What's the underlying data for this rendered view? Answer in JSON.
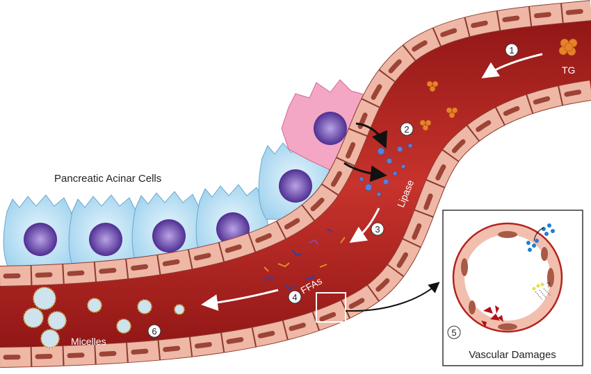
{
  "labels": {
    "acinar_cells": "Pancreatic Acinar Cells",
    "tg": "TG",
    "lipase": "Lipase",
    "ffas": "FFAs",
    "micelles": "Micelles",
    "vascular_damages": "Vascular Damages",
    "question": "?"
  },
  "steps": [
    "1",
    "2",
    "3",
    "4",
    "5",
    "6"
  ],
  "colors": {
    "lumen": "#b3221f",
    "wall": "#efb7a5",
    "nucleus": "#9c4436",
    "acinar": "#bfe3f5",
    "acinar_nucleus": "#6a4aa8",
    "tg": "#e8822a",
    "lipase": "#4f6fc8"
  }
}
